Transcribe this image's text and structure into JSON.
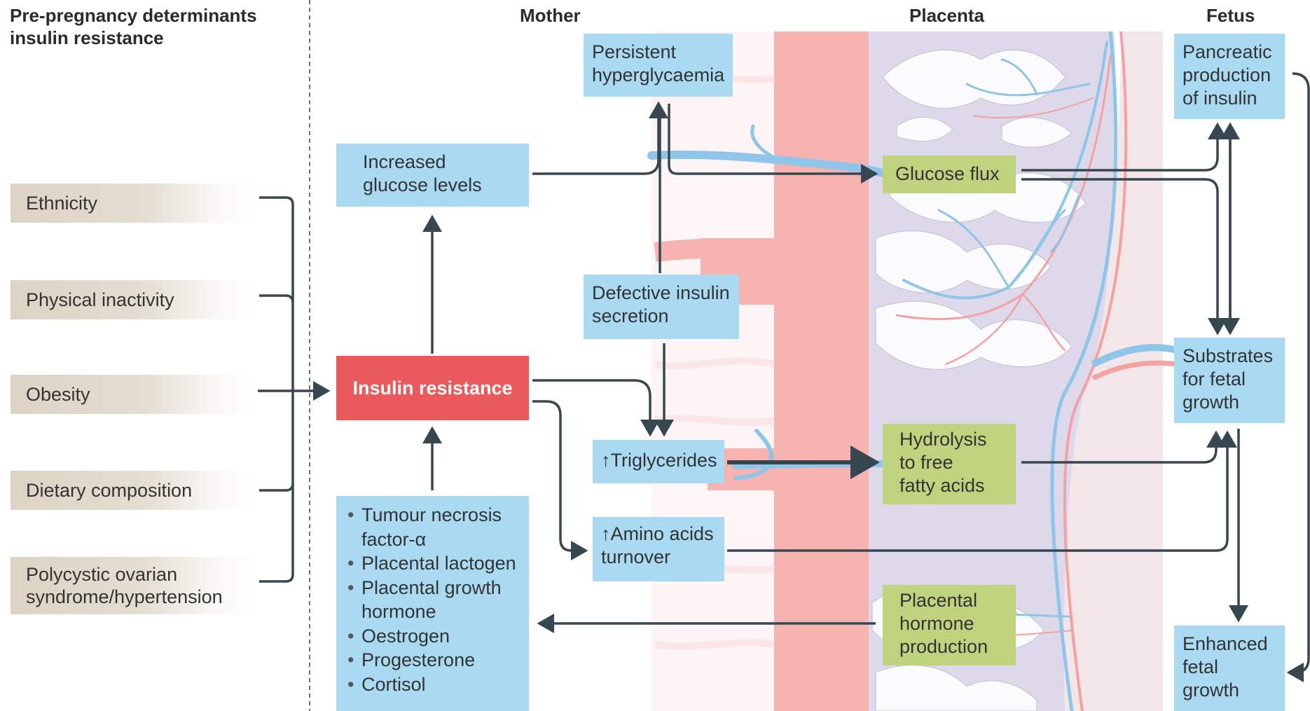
{
  "headers": {
    "left": "Pre-pregnancy determinants\ninsulin resistance",
    "mother": "Mother",
    "placenta": "Placenta",
    "fetus": "Fetus"
  },
  "determinants": [
    "Ethnicity",
    "Physical inactivity",
    "Obesity",
    "Dietary composition",
    "Polycystic ovarian\nsyndrome/hypertension"
  ],
  "mother": {
    "increased_glucose": "Increased\nglucose levels",
    "persistent_hyperglycaemia": "Persistent\nhyperglycaemia",
    "defective_insulin": "Defective insulin\nsecretion",
    "insulin_resistance": "Insulin resistance",
    "triglycerides": "↑Triglycerides",
    "amino_acids": "↑Amino acids\nturnover",
    "factors": [
      "Tumour necrosis\nfactor-α",
      "Placental lactogen",
      "Placental growth\nhormone",
      "Oestrogen",
      "Progesterone",
      "Cortisol"
    ]
  },
  "placenta": {
    "glucose_flux": "Glucose flux",
    "hydrolysis": "Hydrolysis\nto free\nfatty acids",
    "hormone_production": "Placental\nhormone\nproduction"
  },
  "fetus": {
    "pancreatic": "Pancreatic\nproduction\nof insulin",
    "substrates": "Substrates\nfor fetal\ngrowth",
    "enhanced_growth": "Enhanced\nfetal\ngrowth"
  },
  "colors": {
    "box_blue": "#a9daf1",
    "box_green": "#bfd27e",
    "box_red": "#ea5a5c",
    "arrow": "#37474f",
    "vessel_blue": "#8fc5e8",
    "vessel_red": "#f2a2a0"
  }
}
